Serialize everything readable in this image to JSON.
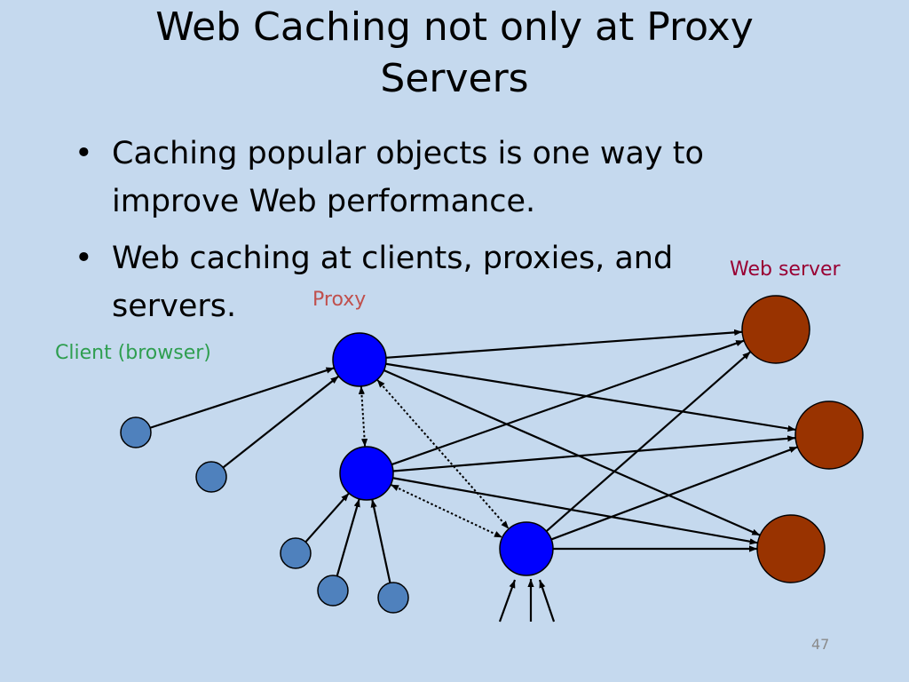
{
  "slide": {
    "title_line1": "Web Caching not only at Proxy",
    "title_line2": "Servers",
    "bullets": [
      {
        "line1": "Caching popular objects is one way to",
        "line2": "improve Web performance."
      },
      {
        "line1": "Web caching at clients, proxies, and",
        "line2": "servers."
      }
    ],
    "bullet_symbol": "•",
    "page_number": "47"
  },
  "diagram": {
    "labels": {
      "proxy": "Proxy",
      "client": "Client (browser)",
      "web_server": "Web server"
    },
    "colors": {
      "background": "#c5d9ee",
      "proxy_fill": "#0000ff",
      "client_fill": "#4f81bd",
      "server_fill": "#993300",
      "proxy_label": "#c0504d",
      "client_label": "#2e9e4f",
      "server_label": "#990033",
      "edge": "#000000"
    }
  }
}
